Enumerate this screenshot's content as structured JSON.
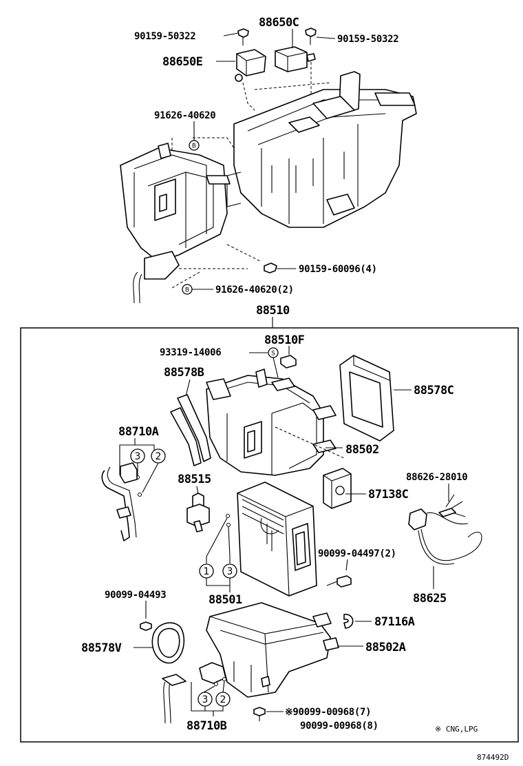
{
  "labels": {
    "p88650c": "88650C",
    "p90159_50322_left": "90159-50322",
    "p90159_50322_right": "90159-50322",
    "p88650e": "88650E",
    "p91626_40620": "91626-40620",
    "p90159_60096": "90159-60096(4)",
    "p91626_40620_2": "91626-40620(2)",
    "p88510": "88510",
    "p88510f": "88510F",
    "p93319_14006": "93319-14006",
    "p88578b": "88578B",
    "p88578c": "88578C",
    "p88710a": "88710A",
    "p88502": "88502",
    "p88626_28010": "88626-28010",
    "p88515": "88515",
    "p87138c": "87138C",
    "p90099_04497": "90099-04497(2)",
    "p88501": "88501",
    "p88625": "88625",
    "p90099_04493": "90099-04493",
    "p87116a": "87116A",
    "p88578v": "88578V",
    "p88502a": "88502A",
    "p90099_00968_7": "※90099-00968(7)",
    "p90099_00968_8": "90099-00968(8)",
    "p88710b": "88710B",
    "cng_note": "※ CNG,LPG",
    "figure_number": "874492D"
  },
  "markers": {
    "b": "B",
    "s": "S",
    "one": "1",
    "two": "2",
    "three": "3"
  }
}
